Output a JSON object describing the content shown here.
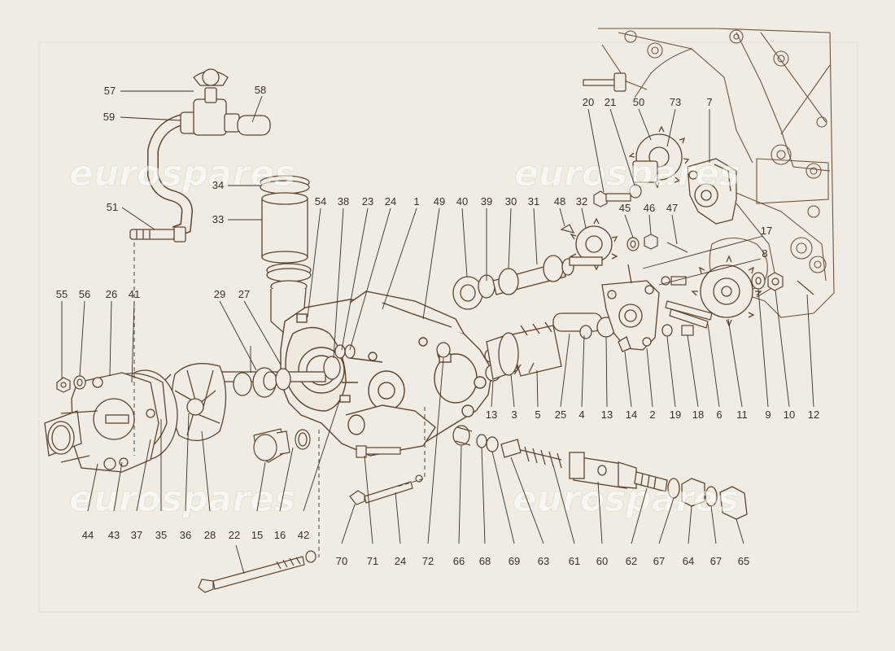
{
  "watermark": {
    "text": "eurospares"
  },
  "colors": {
    "paper": "#f1ece3",
    "ink": "#5a4632",
    "label": "#3c2f22",
    "shade": "#8a7560"
  },
  "part_labels": [
    "57",
    "58",
    "59",
    "34",
    "33",
    "51",
    "54",
    "38",
    "23",
    "24",
    "1",
    "49",
    "40",
    "39",
    "30",
    "31",
    "48",
    "32",
    "20",
    "21",
    "50",
    "73",
    "7",
    "45",
    "46",
    "47",
    "17",
    "8",
    "55",
    "56",
    "26",
    "41",
    "29",
    "27",
    "13",
    "3",
    "5",
    "25",
    "4",
    "13",
    "14",
    "2",
    "19",
    "18",
    "6",
    "11",
    "9",
    "10",
    "12",
    "44",
    "43",
    "37",
    "35",
    "36",
    "28",
    "22",
    "15",
    "16",
    "42",
    "70",
    "71",
    "24",
    "72",
    "66",
    "68",
    "69",
    "63",
    "61",
    "60",
    "62",
    "67",
    "64",
    "67",
    "65"
  ]
}
